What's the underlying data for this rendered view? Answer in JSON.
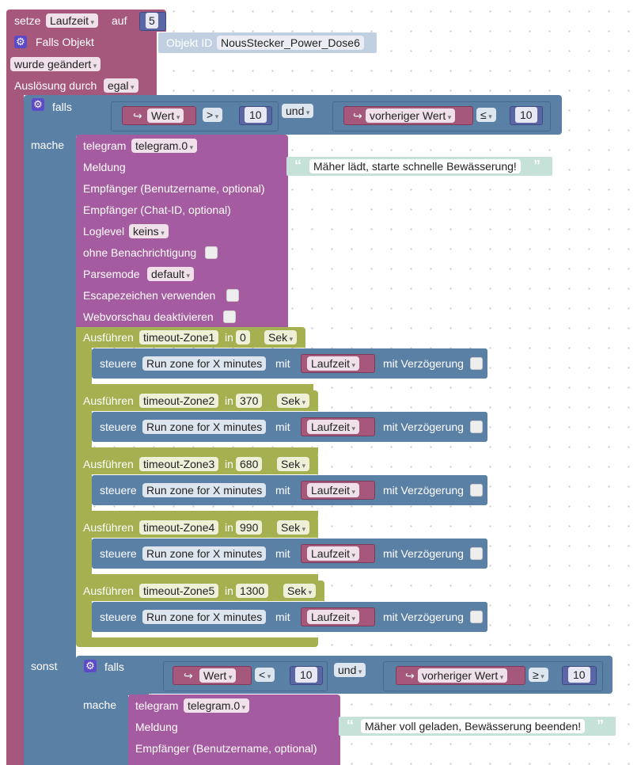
{
  "set_block": {
    "label": "setze",
    "var": "Laufzeit",
    "to": "auf",
    "value": "5"
  },
  "trigger": {
    "label": "Falls Objekt",
    "object_id_label": "Objekt ID",
    "object_id": "NousStecker_Power_Dose6",
    "changed": "wurde geändert",
    "trigger_by_label": "Auslösung durch",
    "trigger_by": "egal"
  },
  "if1": {
    "label": "falls",
    "left": {
      "op_icon": "↪",
      "var": "Wert",
      "cmp": ">",
      "value": "10"
    },
    "join": "und",
    "right": {
      "op_icon": "↪",
      "var": "vorheriger Wert",
      "cmp": "≤",
      "value": "10"
    },
    "do": "mache",
    "else": "sonst"
  },
  "telegram1": {
    "label": "telegram",
    "instance": "telegram.0",
    "meldung_label": "Meldung",
    "meldung": "Mäher lädt, starte schnelle Bewässerung!",
    "user_label": "Empfänger (Benutzername, optional)",
    "chat_label": "Empfänger (Chat-ID, optional)",
    "loglevel_label": "Loglevel",
    "loglevel": "keins",
    "silent_label": "ohne Benachrichtigung",
    "parsemode_label": "Parsemode",
    "parsemode": "default",
    "escape_label": "Escapezeichen verwenden",
    "preview_label": "Webvorschau deaktivieren"
  },
  "zones": [
    {
      "exec": "Ausführen",
      "name": "timeout-Zone1",
      "in": "in",
      "delay": "0",
      "unit": "Sek",
      "ctrl": "steuere",
      "target": "Run zone for X minutes",
      "with": "mit",
      "var": "Laufzeit",
      "delay_label": "mit Verzögerung"
    },
    {
      "exec": "Ausführen",
      "name": "timeout-Zone2",
      "in": "in",
      "delay": "370",
      "unit": "Sek",
      "ctrl": "steuere",
      "target": "Run zone for X minutes",
      "with": "mit",
      "var": "Laufzeit",
      "delay_label": "mit Verzögerung"
    },
    {
      "exec": "Ausführen",
      "name": "timeout-Zone3",
      "in": "in",
      "delay": "680",
      "unit": "Sek",
      "ctrl": "steuere",
      "target": "Run zone for X minutes",
      "with": "mit",
      "var": "Laufzeit",
      "delay_label": "mit Verzögerung"
    },
    {
      "exec": "Ausführen",
      "name": "timeout-Zone4",
      "in": "in",
      "delay": "990",
      "unit": "Sek",
      "ctrl": "steuere",
      "target": "Run zone for X minutes",
      "with": "mit",
      "var": "Laufzeit",
      "delay_label": "mit Verzögerung"
    },
    {
      "exec": "Ausführen",
      "name": "timeout-Zone5",
      "in": "in",
      "delay": "1300",
      "unit": "Sek",
      "ctrl": "steuere",
      "target": "Run zone for X minutes",
      "with": "mit",
      "var": "Laufzeit",
      "delay_label": "mit Verzögerung"
    }
  ],
  "if2": {
    "label": "falls",
    "left": {
      "op_icon": "↪",
      "var": "Wert",
      "cmp": "<",
      "value": "10"
    },
    "join": "und",
    "right": {
      "op_icon": "↪",
      "var": "vorheriger Wert",
      "cmp": "≥",
      "value": "10"
    },
    "do": "mache"
  },
  "telegram2": {
    "label": "telegram",
    "instance": "telegram.0",
    "meldung_label": "Meldung",
    "meldung": "Mäher voll geladen, Bewässerung beenden!",
    "user_label": "Empfänger (Benutzername, optional)"
  },
  "colors": {
    "maroon": "#a5577c",
    "blue": "#5b80a5",
    "purple": "#a55b9f",
    "olive": "#a5b050",
    "text": "#c5e1d8"
  }
}
